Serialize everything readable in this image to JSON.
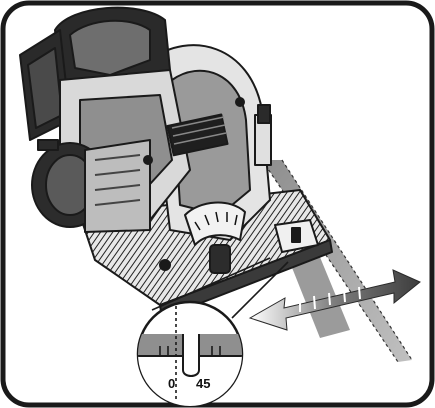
{
  "diagram": {
    "callout": {
      "left_mark": "0",
      "right_mark": "45"
    },
    "colors": {
      "frame": "#1a1a1a",
      "beam": "#8c8c8c",
      "tool_dark": "#1f1f1f",
      "tool_mid": "#6e6e6e",
      "tool_light": "#e6e6e6",
      "arrow": "#555555"
    },
    "icons": [
      "saw-illustration",
      "cutting-line-beam",
      "double-arrow",
      "magnifier-callout"
    ]
  }
}
